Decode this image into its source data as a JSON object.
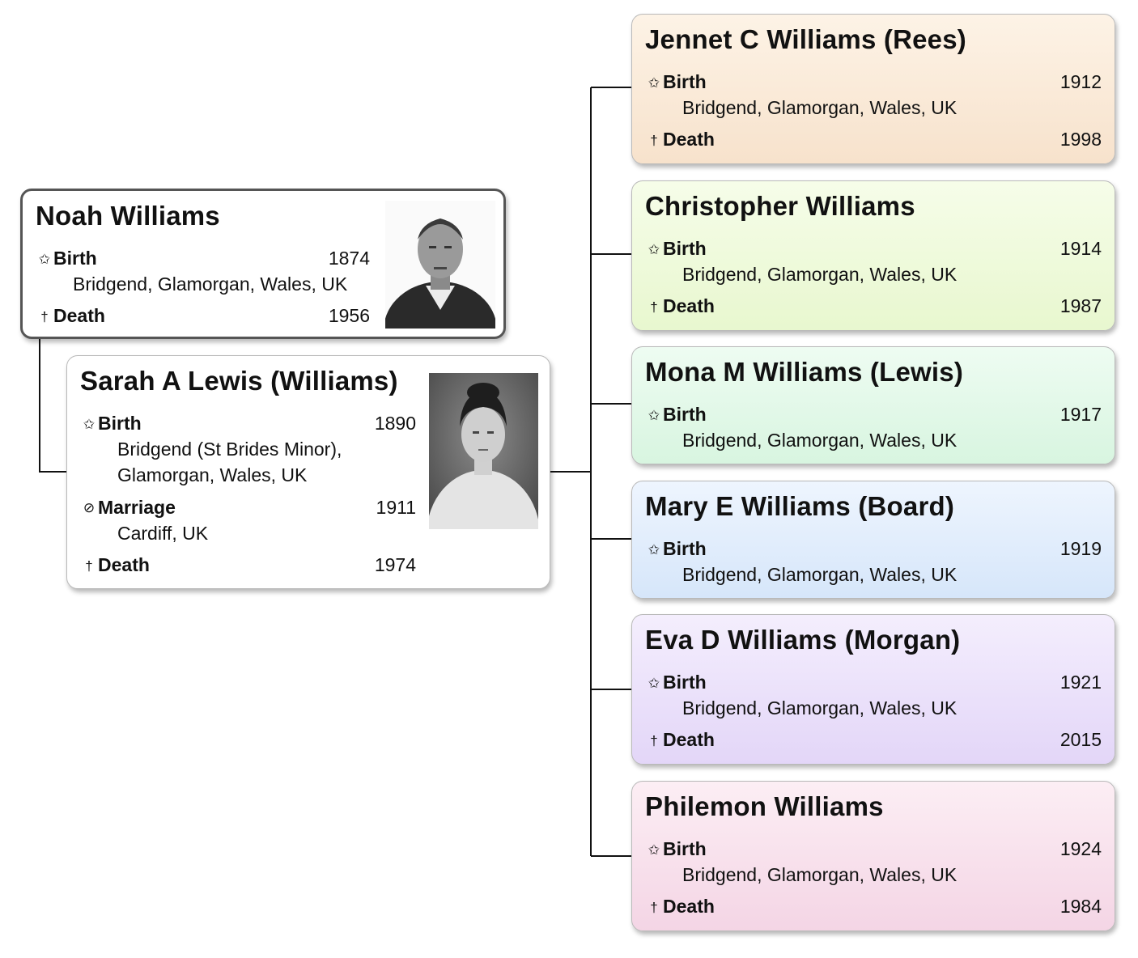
{
  "parents": [
    {
      "name": "Noah Williams",
      "birth": {
        "label": "Birth",
        "year": "1874",
        "place": "Bridgend, Glamorgan, Wales, UK"
      },
      "death": {
        "label": "Death",
        "year": "1956"
      }
    },
    {
      "name": "Sarah A Lewis (Williams)",
      "birth": {
        "label": "Birth",
        "year": "1890",
        "place_line1": "Bridgend (St Brides Minor),",
        "place_line2": "Glamorgan, Wales, UK"
      },
      "marriage": {
        "label": "Marriage",
        "year": "1911",
        "place": "Cardiff, UK"
      },
      "death": {
        "label": "Death",
        "year": "1974"
      }
    }
  ],
  "children": [
    {
      "name": "Jennet C Williams (Rees)",
      "color_top": "#fdf3e6",
      "color_bottom": "#f7e2cc",
      "birth": {
        "label": "Birth",
        "year": "1912",
        "place": "Bridgend, Glamorgan, Wales, UK"
      },
      "death": {
        "label": "Death",
        "year": "1998"
      }
    },
    {
      "name": "Christopher Williams",
      "color_top": "#f6fde9",
      "color_bottom": "#e8f7cf",
      "birth": {
        "label": "Birth",
        "year": "1914",
        "place": "Bridgend, Glamorgan, Wales, UK"
      },
      "death": {
        "label": "Death",
        "year": "1987"
      }
    },
    {
      "name": "Mona M Williams (Lewis)",
      "color_top": "#eefcf2",
      "color_bottom": "#d8f5e0",
      "birth": {
        "label": "Birth",
        "year": "1917",
        "place": "Bridgend, Glamorgan, Wales, UK"
      }
    },
    {
      "name": "Mary E Williams (Board)",
      "color_top": "#eef5fe",
      "color_bottom": "#d6e6fa",
      "birth": {
        "label": "Birth",
        "year": "1919",
        "place": "Bridgend, Glamorgan, Wales, UK"
      }
    },
    {
      "name": "Eva D Williams (Morgan)",
      "color_top": "#f4eefd",
      "color_bottom": "#e3d6f8",
      "birth": {
        "label": "Birth",
        "year": "1921",
        "place": "Bridgend, Glamorgan, Wales, UK"
      },
      "death": {
        "label": "Death",
        "year": "2015"
      }
    },
    {
      "name": "Philemon Williams",
      "color_top": "#fceef4",
      "color_bottom": "#f4d5e5",
      "birth": {
        "label": "Birth",
        "year": "1924",
        "place": "Bridgend, Glamorgan, Wales, UK"
      },
      "death": {
        "label": "Death",
        "year": "1984"
      }
    }
  ],
  "icons": {
    "birth": "star-icon",
    "death": "cross-icon",
    "marriage": "rings-icon"
  }
}
